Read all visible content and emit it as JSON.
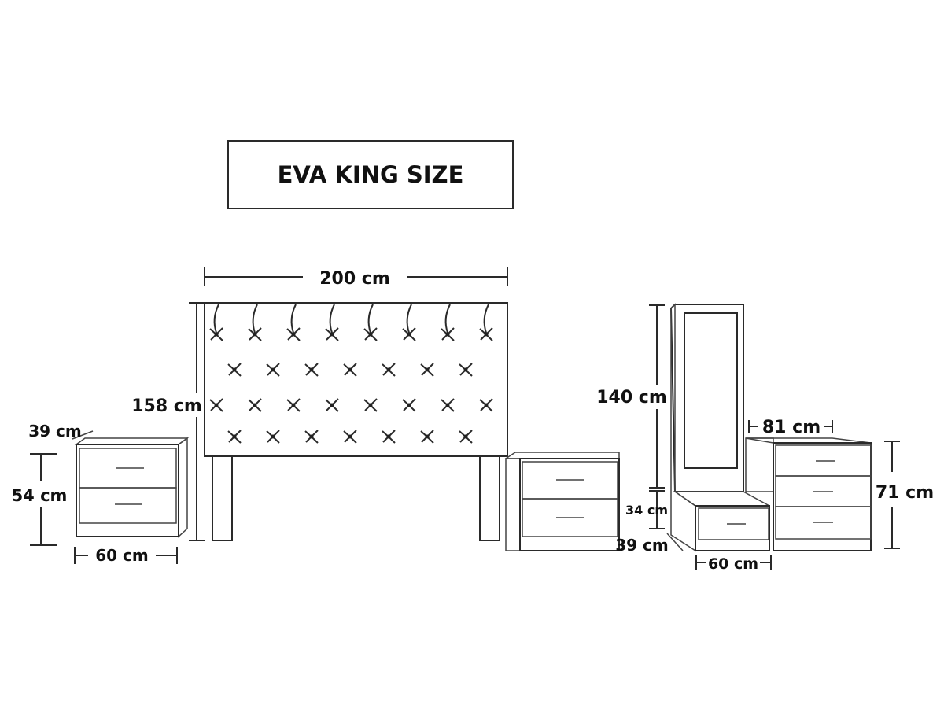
{
  "title": "EVA KING SIZE",
  "headboard": {
    "width": "200 cm",
    "height": "158 cm"
  },
  "nightstand_left": {
    "depth": "39 cm",
    "height": "54 cm",
    "width": "60 cm"
  },
  "dressing_table": {
    "mirror_height": "140 cm",
    "seat_height": "34 cm",
    "depth": "39 cm",
    "width": "60 cm"
  },
  "dresser": {
    "width": "81 cm",
    "height": "71 cm"
  }
}
